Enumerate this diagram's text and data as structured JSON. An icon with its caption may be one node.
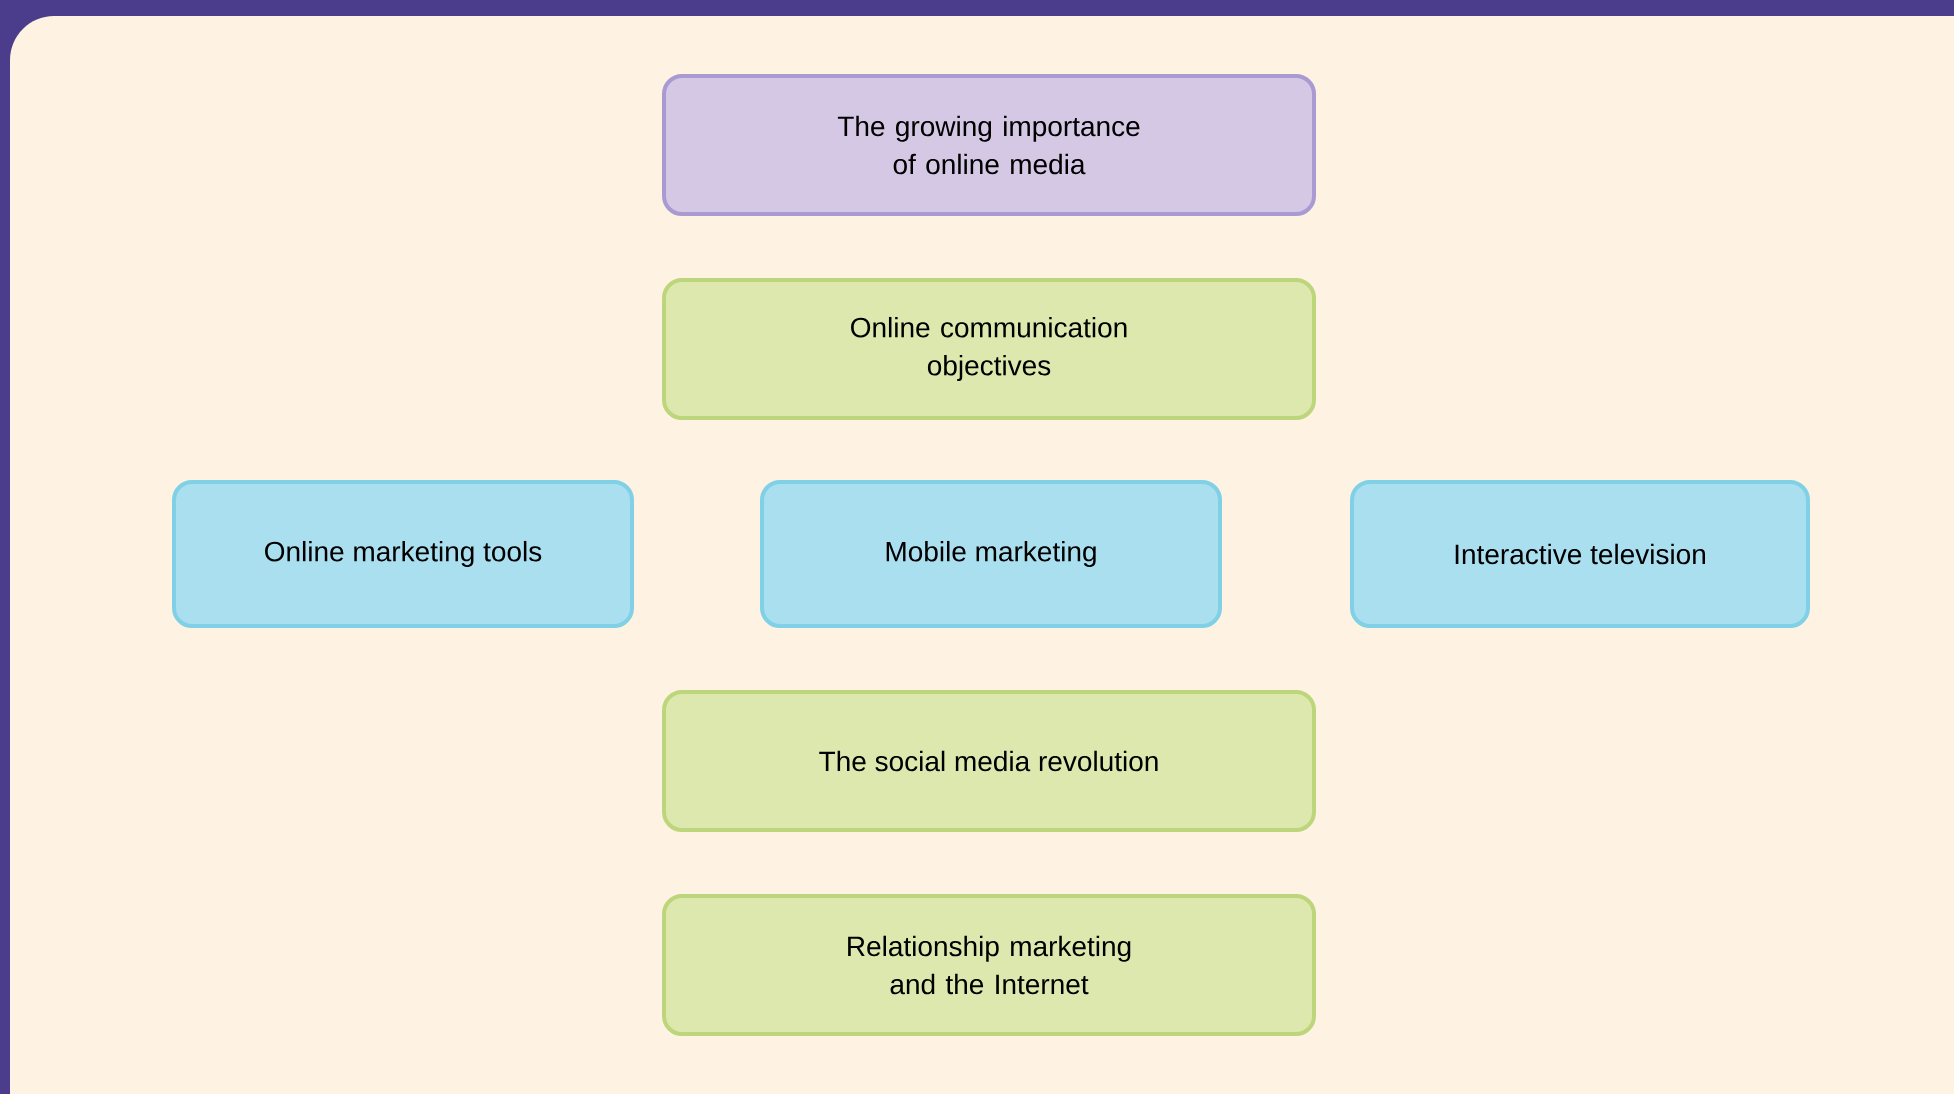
{
  "diagram": {
    "nodes": [
      {
        "text": [
          "The growing importance of online media"
        ]
      },
      {
        "text": [
          "Online communication objectives"
        ]
      },
      {
        "text": [
          "Online marketing tools"
        ]
      },
      {
        "text": [
          "Mobile marketing"
        ]
      },
      {
        "text": [
          "Interactive television"
        ]
      },
      {
        "text": [
          "The social media revolution"
        ]
      },
      {
        "text": [
          "Relationship marketing and the Internet"
        ]
      }
    ]
  }
}
